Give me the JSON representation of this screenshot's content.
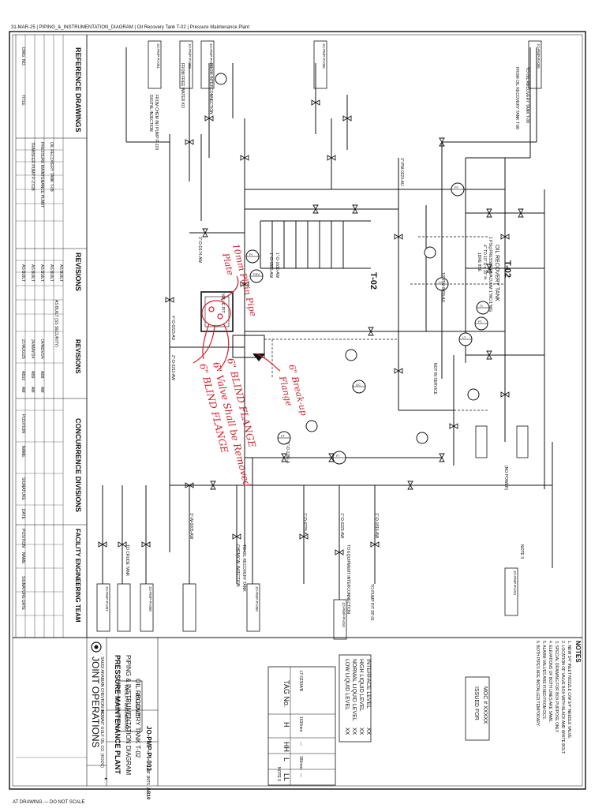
{
  "drawing": {
    "header_strip": "31-MAR-25 | PIPING_&_INSTRUMENTATION_DIAGRAM | Oil Recovery Tank T-02 | Pressure Maintenance Plant",
    "footer_note": "AT DRAWING — DO NOT SCALE",
    "tank_title": "T-02",
    "tank_name": "OIL RECOVERY TANK",
    "tank_spec": "1 PSIg PRESSURE/VACUUM 1\"WC/1\"WG",
    "tank_dims": "4\" TO 10\" D x 10\" H",
    "tank_ref": "1DRE 8SE",
    "tank_bottom_label": "T-02",
    "to_vent": "TO OIL RECOVERY TANK T-08",
    "from_vent": "FROM OIL RECOVERY TANK T-98"
  },
  "reference_drawings": {
    "title": "REFERENCE DRAWINGS",
    "col_no": "DWG. NO.",
    "col_title": "TITLE",
    "rows": [
      "TRANSFER PUMP P-27/28",
      "PRESSURE MAINTENANCE PLANT",
      "OIL RECOVERY TANK T-08"
    ]
  },
  "revisions_left": {
    "title": "REVISIONS",
    "rows": [
      {
        "no": "AB10",
        "date": "27/AUG/25",
        "by": "AM",
        "desc": "AS BUILT"
      },
      {
        "no": "AB9",
        "date": "24/MAY/24",
        "by": "AM",
        "desc": "AS BUILT"
      },
      {
        "no": "AB8",
        "date": "04/NOV/24",
        "by": "AM",
        "desc": "AS BUILT"
      }
    ]
  },
  "revisions_right": {
    "title": "REVISIONS",
    "rows": [
      "AS BUILT",
      "AS BUILT (SS SECURITY)",
      "AS BUILT"
    ]
  },
  "concurrence": {
    "title": "CONCURRENCE DIVISIONS",
    "columns": [
      "POSITION",
      "NAME",
      "SIGNATURE",
      "DATE"
    ]
  },
  "faculty": {
    "title": "FACILITY ENGINEERING TEAM",
    "columns": [
      "POSITION",
      "NAME",
      "SIGNATURE",
      "DATE"
    ]
  },
  "notes": {
    "title": "NOTES",
    "items": [
      "1. NEW 3/4\" INLET NOZZLE C/W 3/4\" NEEDLE VALVE.",
      "2. LOCATION OF VALVE BOX WITH BLACK AND WHITE BOLT.",
      "3. SPECIAL DRAWING FOR BOX PURPOSE ONLY.",
      "4. ELEVATIONS OF BOTH LINES ARE SAME.",
      "5. ALARM VALUES ARE FIXED FROM DCS.",
      "6. BOTH PIPES ARE INSTALLED TEMPORARY."
    ]
  },
  "issued": {
    "line1": "ISSUED FOR",
    "line2": "MOC # XXXXX"
  },
  "levels": {
    "rows": [
      {
        "label": "LOW LIQUID LEVEL",
        "value": "XX"
      },
      {
        "label": "NORMAL LIQUID LEVEL",
        "value": "XX"
      },
      {
        "label": "HIGH LIQUID LEVEL",
        "value": "XX"
      },
      {
        "label": "INTERFACE LEVEL",
        "value": "XX"
      }
    ],
    "note": "NOTE 5"
  },
  "tag_table": {
    "headers": [
      "TAG No.",
      "H",
      "HH",
      "L",
      "LL"
    ],
    "rows": [
      [
        "LT-0230A/B",
        "1630mm",
        "—",
        "380mm",
        "—"
      ]
    ]
  },
  "title_block": {
    "company": "JOINT OPERATIONS",
    "company_sub": "SAUDI ARABIAN CHEVRON INC.",
    "location": "KUWAIT GULF OIL CO. (KGOC)",
    "plant": "PRESSURE MAINTENANCE PLANT",
    "title1": "PIPING & INSTRUMENTATION DIAGRAM",
    "title2": "OIL RECOVERY TANK T-02",
    "dept": "FACILITY ENGINEERING",
    "status": "AS BUILT",
    "doc_no": "JO-PMP-PI-003",
    "sheet": "1 OF 1",
    "scale": "NTS",
    "rev": "AB10"
  },
  "redlines": {
    "r1": "10mm Plain Pipe",
    "r2": "Plate",
    "r3": "6\" BLIND FLANGE",
    "r4": "6\" Valve Shall be Removed",
    "r5": "6\" BLIND FLANGE",
    "r6": "6\" Break-up",
    "r7": "Flange",
    "valve_pit": "VALVE PIT"
  },
  "line_labels": {
    "l1": "3\"-D-D174-AW",
    "l2": "2\"-D-0211-AW",
    "l3": "1\"-D-1823-AW",
    "l4": "1\"-D-1630-AW",
    "l5": "1\"-D-1181-A",
    "l6": "1\"-D-0226-A",
    "l7": "3\"-PW-0223-AU",
    "l8": "10\"-PW-0058-AU",
    "l9": "1\"-D-1816-AW",
    "l10": "1\"-D-0225-AW",
    "l11": "3\"-W-0005-AW",
    "l12": "4\"-D-0223-AU",
    "l13": "DIGITAL INJECTION",
    "l14": "FROM CHEM INJ PUMP P-103",
    "l15": "CHEMICAL INJECTION",
    "l16": "TO OIL RECOVERY TANK",
    "l17": "TO CRUDE TANK",
    "l18": "TO PUMP PIT SP-01",
    "l19": "NOTE 3",
    "l20": "(NO POWER)",
    "l21": "NOT IN SERVICE",
    "l22": "TO EQUIPMENT INTERCONNECTION",
    "l23": "FROM INTERCONNECTION",
    "l24": "FROM FREE WATER KO"
  },
  "offpage": {
    "o1": "JO-PMP-PI-001",
    "o2": "JO-PMP-PI-002",
    "o3": "JO-PMP-PI-004",
    "o4": "JO-PMP-PI-005",
    "o5": "JO-PMP-PI-006",
    "o6": "JO-PMP-PI-007",
    "o7": "JO-PMP-PI-008",
    "o8": "JO-PMP-PI-009",
    "o9": "JO-PMP-PI-010",
    "o10": "JO-PMP-PI-011"
  },
  "instruments": [
    "PT",
    "TI",
    "FT",
    "LT",
    "LG",
    "PI",
    "PSV",
    "LIC",
    "FI",
    "PT"
  ]
}
